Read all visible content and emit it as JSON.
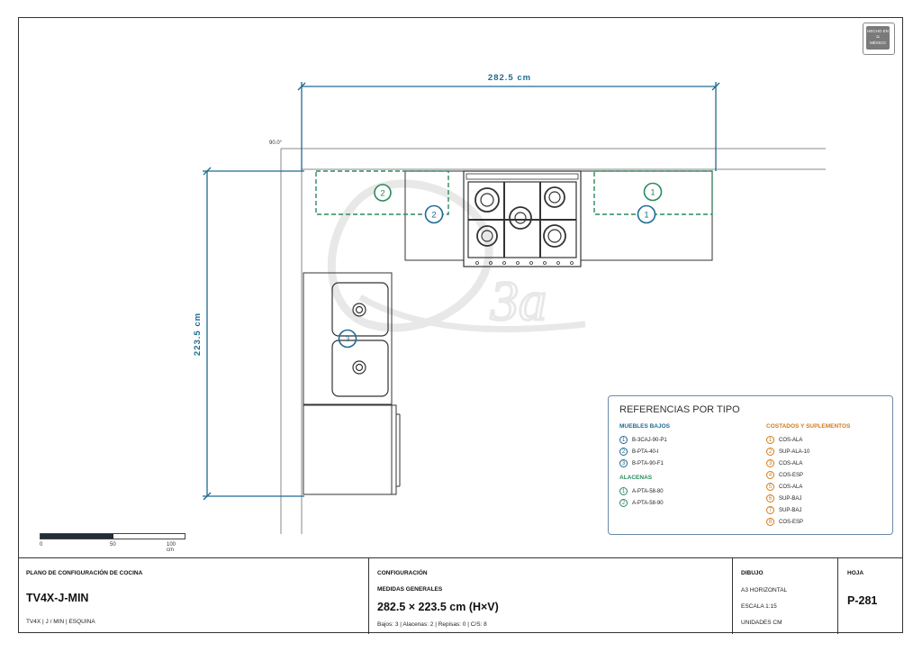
{
  "dimensions": {
    "horizontal": "282.5 cm",
    "vertical": "223.5 cm",
    "angle": "90.0°"
  },
  "logo": {
    "line1": "HECHO EN",
    "line2": "MÉXICO"
  },
  "watermark": "3a",
  "plan_markers": {
    "upper_left": "2",
    "base_left": "2",
    "upper_right": "1",
    "base_right": "1",
    "sink": "3"
  },
  "legend": {
    "title": "REFERENCIAS POR TIPO",
    "muebles_bajos": {
      "heading": "MUEBLES BAJOS",
      "items": [
        {
          "n": "1",
          "label": "B-3CAJ-90-P1"
        },
        {
          "n": "2",
          "label": "B-PTA-40-I"
        },
        {
          "n": "3",
          "label": "B-PTA-90-F1"
        }
      ]
    },
    "alacenas": {
      "heading": "ALACENAS",
      "items": [
        {
          "n": "1",
          "label": "A-PTA-58-80"
        },
        {
          "n": "2",
          "label": "A-PTA-58-90"
        }
      ]
    },
    "costados": {
      "heading": "COSTADOS Y SUPLEMENTOS",
      "items": [
        {
          "n": "1",
          "label": "COS-ALA"
        },
        {
          "n": "2",
          "label": "SUP-ALA-10"
        },
        {
          "n": "3",
          "label": "COS-ALA"
        },
        {
          "n": "4",
          "label": "COS-ESP"
        },
        {
          "n": "5",
          "label": "COS-ALA"
        },
        {
          "n": "6",
          "label": "SUP-BAJ"
        },
        {
          "n": "7",
          "label": "SUP-BAJ"
        },
        {
          "n": "8",
          "label": "COS-ESP"
        }
      ]
    }
  },
  "scale_bar": {
    "ticks": [
      "0",
      "50",
      "100 cm"
    ]
  },
  "title_block": {
    "plan": {
      "label": "PLANO DE CONFIGURACIÓN DE COCINA",
      "model": "TV4X-J-MIN",
      "sub": "TV4X | J / MIN | ESQUINA"
    },
    "config": {
      "label": "CONFIGURACIÓN",
      "sublabel": "MEDIDAS GENERALES",
      "measures": "282.5 × 223.5 cm (H×V)",
      "counts": "Bajos: 3 | Alacenas: 2 | Repisas: 0 | C/S: 8"
    },
    "drawing": {
      "label": "DIBUJO",
      "line1": "A3 HORIZONTAL",
      "line2": "ESCALA 1:15",
      "line3": "UNIDADES CM"
    },
    "sheet": {
      "label": "HOJA",
      "value": "P-281"
    }
  },
  "colors": {
    "dimension": "#1e6a92",
    "upper_cabinets": "#2a8a5a",
    "supplements": "#d27a1a"
  }
}
